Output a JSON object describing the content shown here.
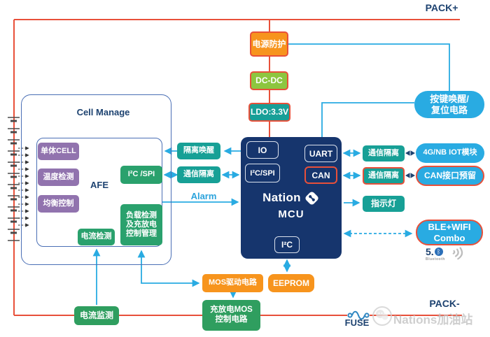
{
  "rails": {
    "pack_plus": "PACK+",
    "pack_minus": "PACK-",
    "fuse": "FUSE"
  },
  "power": {
    "protection": "电源防护",
    "dcdc": "DC-DC",
    "ldo": "LDO:3.3V"
  },
  "wake": {
    "label": "按键唤醒/\n复位电路"
  },
  "cell_manage": {
    "title": "Cell Manage",
    "afe": "AFE",
    "cells": [
      "单体CELL",
      "温度检测",
      "均衡控制"
    ],
    "i2c_spi": "I²C /SPI",
    "load": "负载检测\n及充放电\n控制管理",
    "current_detect": "电流检测"
  },
  "mid": {
    "iso_wake": "隔离唤醒",
    "comm_iso": "通信隔离",
    "alarm": "Alarm"
  },
  "mcu": {
    "brand": "Nation",
    "name": "MCU",
    "ports": {
      "io": "IO",
      "i2c_spi": "I²C/SPI",
      "uart": "UART",
      "can": "CAN",
      "i2c": "I²C"
    }
  },
  "right": {
    "comm_iso_1": "通信隔离",
    "module_4g": "4G/NB IOT模块",
    "comm_iso_2": "通信隔离",
    "can_reserved": "CAN接口预留",
    "indicator": "指示灯",
    "ble_wifi": "BLE+WIFI\nCombo",
    "bt_version": "5.",
    "bt_word": "Bluetooth"
  },
  "bottom": {
    "mos_driver": "MOS驱动电路",
    "eeprom": "EEPROM",
    "mos_control": "充放电MOS\n控制电路",
    "current_monitor": "电流监测"
  },
  "watermark": {
    "text": "Nations加油站"
  },
  "icons": {
    "bluetooth_rune": "ᛒ"
  },
  "colors": {
    "rail_red": "#e8503a",
    "wire_cyan": "#29abe2",
    "teal": "#17a096",
    "green": "#2f9e5f",
    "afe_green": "#2aa16d",
    "purple": "#9173ae",
    "orange": "#f7941d",
    "cyan_pill": "#29abe2",
    "mcu_navy": "#16356d",
    "navy_text": "#1d4270",
    "dcdc_green": "#8dc63f"
  }
}
